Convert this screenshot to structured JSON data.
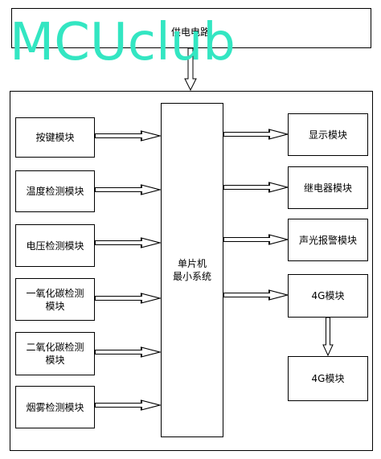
{
  "power": {
    "label": "供电电路"
  },
  "watermark": {
    "text": "MCUclub",
    "color": "#33e6c2"
  },
  "mcu": {
    "line1": "单片机",
    "line2": "最小系统"
  },
  "inputs": [
    {
      "label": "按键模块"
    },
    {
      "label": "温度检测模块"
    },
    {
      "label": "电压检测模块"
    },
    {
      "label": "一氧化碳检测\n模块"
    },
    {
      "label": "二氧化碳检测\n模块"
    },
    {
      "label": "烟雾检测模块"
    }
  ],
  "outputs": [
    {
      "label": "显示模块"
    },
    {
      "label": "继电器模块"
    },
    {
      "label": "声光报警模块"
    },
    {
      "label": "4G模块"
    }
  ],
  "remote": {
    "label": "4G模块"
  }
}
